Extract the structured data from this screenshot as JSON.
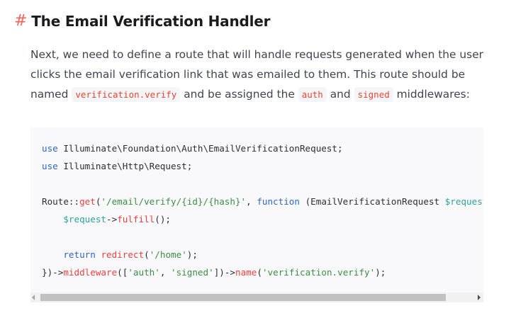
{
  "heading": {
    "hash": "#",
    "title": "The Email Verification Handler"
  },
  "paragraph": {
    "line1": "Next, we need to define a route that will handle requests generated when the user",
    "line2": "clicks the email verification link that was emailed to them. This route should be",
    "line3_pre": "named ",
    "code_route": "verification.verify",
    "line3_mid1": " and be assigned the ",
    "code_auth": "auth",
    "line3_mid2": " and ",
    "code_signed": "signed",
    "line3_post": " middlewares:"
  },
  "code": {
    "l1_kw": "use",
    "l1_rest": " Illuminate\\Foundation\\Auth\\EmailVerificationRequest;",
    "l2_kw": "use",
    "l2_rest": " Illuminate\\Http\\Request;",
    "l4_a": "Route::",
    "l4_get": "get",
    "l4_b": "(",
    "l4_str": "'/email/verify/{id}/{hash}'",
    "l4_c": ", ",
    "l4_fnkw": "function",
    "l4_d": " (EmailVerificationRequest ",
    "l4_var": "$request",
    "l5_indent": "    ",
    "l5_var": "$request",
    "l5_arrow": "->",
    "l5_fn": "fulfill",
    "l5_end": "();",
    "l7_indent": "    ",
    "l7_kw": "return",
    "l7_sp": " ",
    "l7_fn": "redirect",
    "l7_b": "(",
    "l7_str": "'/home'",
    "l7_end": ");",
    "l8_a": "})->",
    "l8_fn1": "middleware",
    "l8_b": "([",
    "l8_str1": "'auth'",
    "l8_c": ", ",
    "l8_str2": "'signed'",
    "l8_d": "])->",
    "l8_fn2": "name",
    "l8_e": "(",
    "l8_str3": "'verification.verify'",
    "l8_end": ");"
  },
  "colors": {
    "hash": "#f4645f",
    "inline_code": "#eb4432",
    "keyword": "#2c65c8",
    "function": "#ee3f3c",
    "string": "#3a8e44",
    "variable": "#2ca39a"
  },
  "icons": {
    "scroll_left": "scroll-left-arrow-icon",
    "scroll_right": "scroll-right-arrow-icon"
  }
}
